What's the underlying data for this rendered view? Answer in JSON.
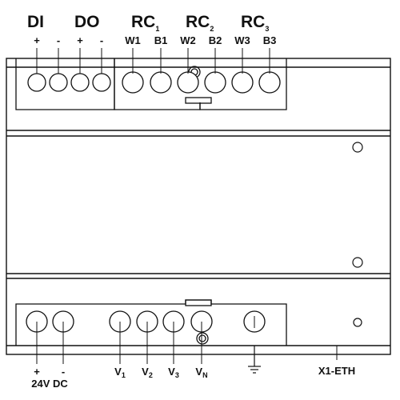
{
  "top": {
    "groups": [
      {
        "main": "DI",
        "sub": ""
      },
      {
        "main": "DO",
        "sub": ""
      },
      {
        "main": "RC",
        "sub": "1"
      },
      {
        "main": "RC",
        "sub": "2"
      },
      {
        "main": "RC",
        "sub": "3"
      }
    ],
    "terminals": [
      "+",
      "-",
      "+",
      "-",
      "W1",
      "B1",
      "W2",
      "B2",
      "W3",
      "B3"
    ]
  },
  "bottom": {
    "terminals": [
      {
        "main": "+",
        "sub": ""
      },
      {
        "main": "-",
        "sub": ""
      },
      {
        "main": "V",
        "sub": "1"
      },
      {
        "main": "V",
        "sub": "2"
      },
      {
        "main": "V",
        "sub": "3"
      },
      {
        "main": "V",
        "sub": "N"
      }
    ],
    "supply_label": "24V DC",
    "ground_symbol": "ground-icon",
    "ethernet_label": "X1-ETH"
  }
}
